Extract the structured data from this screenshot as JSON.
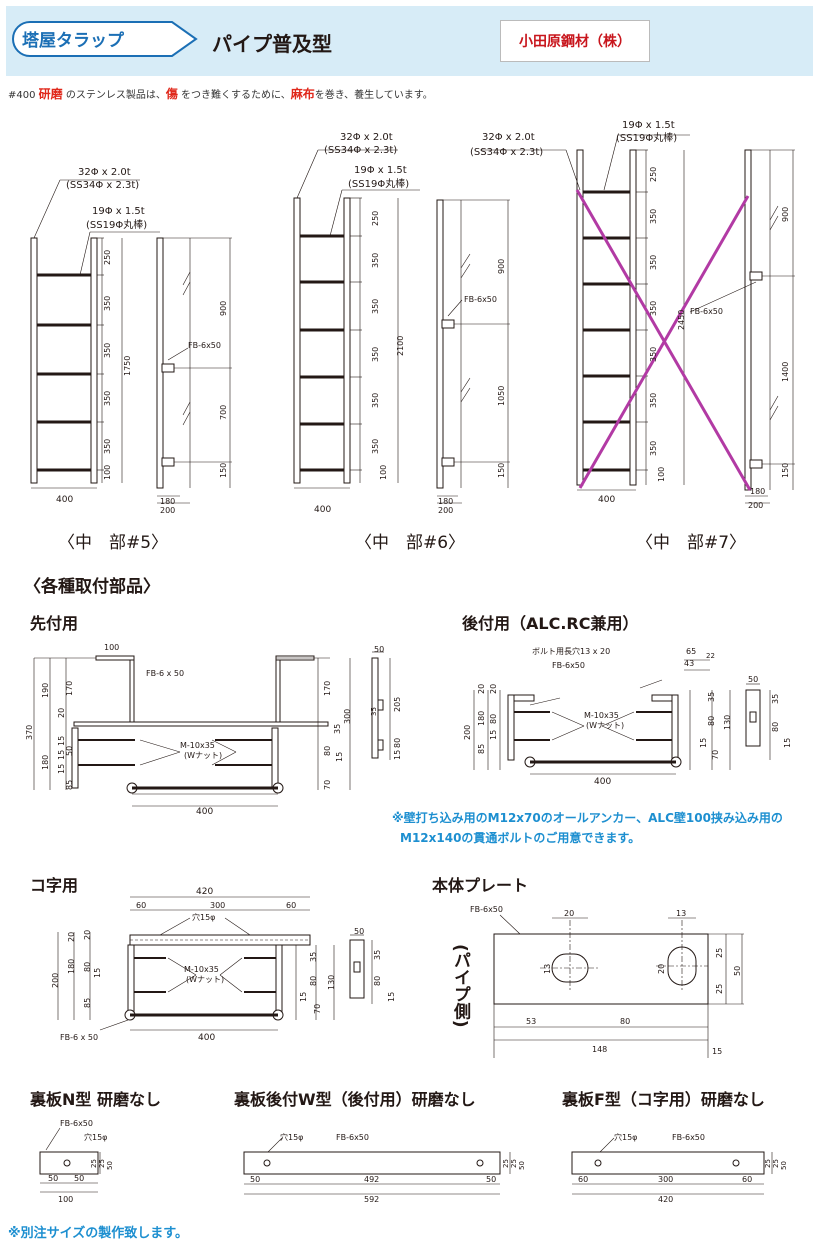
{
  "header": {
    "badge": "塔屋タラップ",
    "title": "パイプ普及型",
    "maker": "小田原鋼材（株）"
  },
  "note": {
    "p1": "#400 ",
    "w1": "研磨",
    "p2": " のステンレス製品は、",
    "w2": "傷",
    "p3": " をつき難くするために、",
    "w3": "麻布",
    "p4": "を巻き、養生しています。"
  },
  "ladders": {
    "l5": {
      "caption": "〈中　部#5〉",
      "pipe_label": "32Φ x 2.0t",
      "pipe_alt": "(SS34Φ x 2.3t)",
      "rung_label": "19Φ x 1.5t",
      "rung_alt": "(SS19Φ丸棒)",
      "fb_label": "FB-6x50",
      "dims": [
        "250",
        "350",
        "350",
        "350",
        "350",
        "100"
      ],
      "total": "1750",
      "side_upper": "900",
      "side_lower": "700",
      "side_bottom": "150",
      "width": "400",
      "depth1": "180",
      "depth2": "200"
    },
    "l6": {
      "caption": "〈中　部#6〉",
      "pipe_label": "32Φ x 2.0t",
      "pipe_alt": "(SS34Φ x 2.3t)",
      "rung_label": "19Φ x 1.5t",
      "rung_alt": "(SS19Φ丸棒)",
      "fb_label": "FB-6x50",
      "dims": [
        "250",
        "350",
        "350",
        "350",
        "350",
        "350",
        "100"
      ],
      "total": "2100",
      "side_upper": "900",
      "side_lower": "1050",
      "side_bottom": "150",
      "width": "400",
      "depth1": "180",
      "depth2": "200"
    },
    "l7": {
      "caption": "〈中　部#7〉",
      "pipe_label": "32Φ x 2.0t",
      "pipe_alt": "(SS34Φ x 2.3t)",
      "rung_label": "19Φ x 1.5t",
      "rung_alt": "(SS19Φ丸棒)",
      "fb_label": "FB-6x50",
      "dims": [
        "250",
        "350",
        "350",
        "350",
        "350",
        "350",
        "350",
        "100"
      ],
      "total": "2450",
      "side_upper": "900",
      "side_lower": "1400",
      "side_bottom": "150",
      "width": "400",
      "depth1": "180",
      "depth2": "200"
    }
  },
  "parts": {
    "heading": "〈各種取付部品〉",
    "front": {
      "title": "先付用",
      "fb": "FB-6 x 50",
      "bolt": "M-10x35",
      "nut": "(Wナット)",
      "top": "100",
      "width": "400",
      "left_dims": [
        "190",
        "370",
        "180"
      ],
      "inner_left": [
        "170",
        "20",
        "15",
        "50",
        "15",
        "15",
        "85"
      ],
      "right_dims": [
        "170",
        "300",
        "35",
        "80",
        "15",
        "70"
      ],
      "side": [
        "50",
        "205",
        "35",
        "80",
        "15"
      ]
    },
    "rear": {
      "title": "後付用（ALC.RC兼用）",
      "hole": "ボルト用長穴13 x 20",
      "fb": "FB-6x50",
      "bolt": "M-10x35",
      "nut": "(Wナット)",
      "top": [
        "65",
        "43",
        "22"
      ],
      "width": "400",
      "left_dims": [
        "20",
        "20",
        "200",
        "180",
        "80",
        "15",
        "85"
      ],
      "right_dims": [
        "35",
        "80",
        "130",
        "15",
        "70"
      ],
      "side": [
        "50",
        "35",
        "80",
        "15"
      ]
    },
    "anchor_note": {
      "line1": "※壁打ち込み用のM12x70のオールアンカー、ALC壁100挟み込み用の",
      "line2": "M12x140の貫通ボルトのご用意できます。"
    },
    "channel": {
      "title": "コ字用",
      "top": "420",
      "sub": [
        "60",
        "300",
        "60"
      ],
      "hole": "穴15φ",
      "fb": "FB-6 x 50",
      "bolt": "M-10x35",
      "nut": "(Wナット)",
      "width": "400",
      "left_dims": [
        "20",
        "20",
        "200",
        "180",
        "80",
        "15",
        "85"
      ],
      "right_dims": [
        "35",
        "80",
        "130",
        "15",
        "70"
      ],
      "side": [
        "50",
        "35",
        "80",
        "15"
      ]
    },
    "plate": {
      "title": "本体プレート",
      "side_label": "(パイプ側)",
      "fb": "FB-6x50",
      "d20": "20",
      "d13": "13",
      "left13": "13",
      "right20": "20",
      "d25a": "25",
      "d25b": "25",
      "d50": "50",
      "d53": "53",
      "d80": "80",
      "d148": "148",
      "d15": "15"
    }
  },
  "backplates": {
    "n": {
      "title": "裏板N型 研磨なし",
      "fb": "FB-6x50",
      "hole": "穴15φ",
      "a": "50",
      "b": "50",
      "total": "100",
      "h": [
        "25",
        "25",
        "50"
      ]
    },
    "w": {
      "title": "裏板後付W型（後付用）研磨なし",
      "fb": "FB-6x50",
      "hole": "穴15φ",
      "a": "50",
      "b": "492",
      "c": "50",
      "total": "592",
      "h": [
        "25",
        "25",
        "50"
      ]
    },
    "f": {
      "title": "裏板F型（コ字用）研磨なし",
      "fb": "FB-6x50",
      "hole": "穴15φ",
      "a": "60",
      "b": "300",
      "c": "60",
      "total": "420",
      "h": [
        "25",
        "25",
        "50"
      ]
    }
  },
  "footer": "※別注サイズの製作致します。",
  "colors": {
    "header_bg": "#d7ecf7",
    "accent": "#1b6fb5",
    "red": "#e0281b",
    "note_blue": "#1d8fd0",
    "cross": "#b23aa4"
  }
}
